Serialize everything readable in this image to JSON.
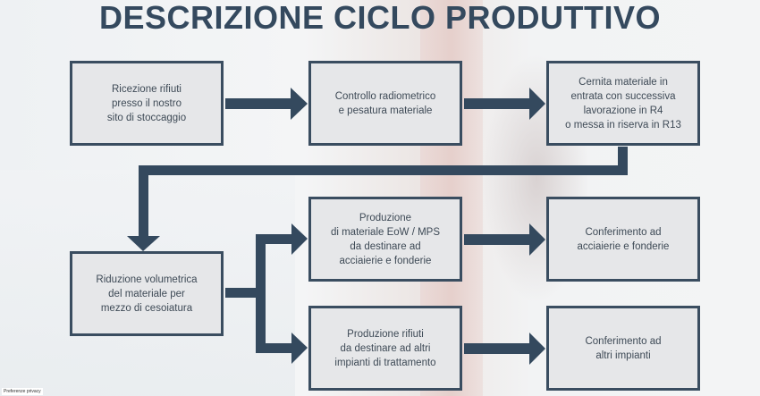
{
  "title": "DESCRIZIONE CICLO PRODUTTIVO",
  "steps": [
    {
      "text": "Ricezione rifiuti\npresso il nostro\nsito di stoccaggio"
    },
    {
      "text": "Controllo radiometrico\ne pesatura materiale"
    },
    {
      "text": "Cernita materiale in\nentrata con successiva\nlavorazione in R4\no messa in riserva in R13"
    },
    {
      "text": "Riduzione volumetrica\ndel materiale per\nmezzo di cesoiatura"
    },
    {
      "text": "Produzione\ndi materiale EoW / MPS\nda destinare ad\nacciaierie e fonderie"
    },
    {
      "text": "Conferimento ad\nacciaierie e fonderie"
    },
    {
      "text": "Produzione rifiuti\nda destinare ad altri\nimpianti di trattamento"
    },
    {
      "text": "Conferimento ad\naltri impianti"
    }
  ],
  "privacy_label": "Preferenze privacy",
  "colors": {
    "accent": "#34495e",
    "box_fill": "#e6e7e9"
  }
}
